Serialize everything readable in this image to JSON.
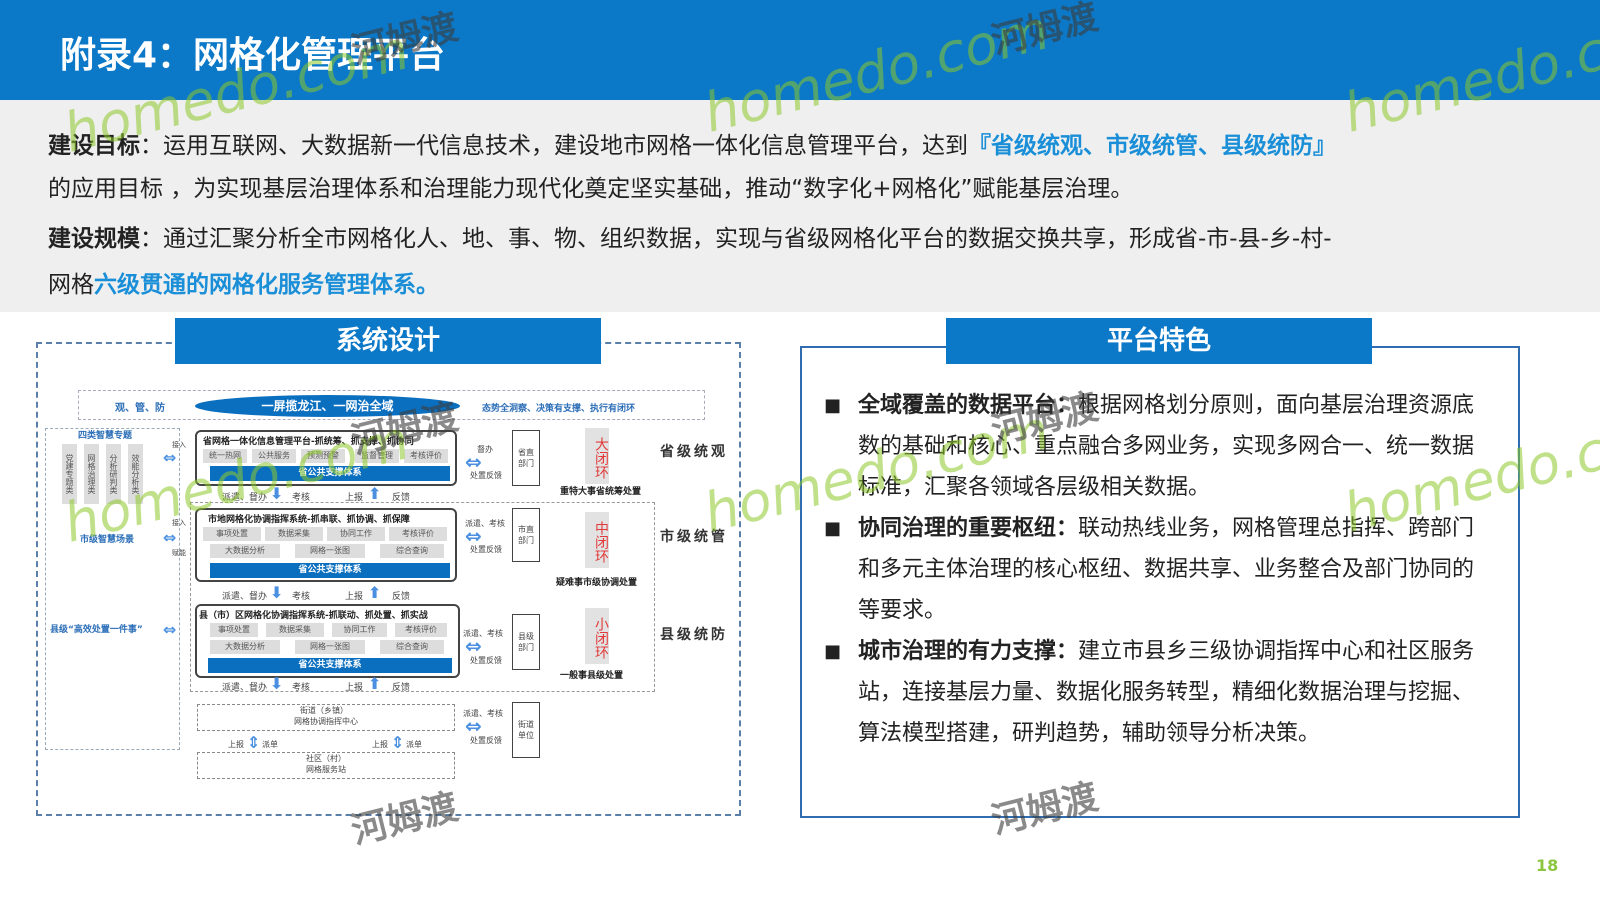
{
  "header": {
    "title": "附录4：网格化管理平台"
  },
  "intro": {
    "goal_label": "建设目标",
    "goal_text": "：运用互联网、大数据新一代信息技术，建设地市网格一体化信息管理平台，达到",
    "goal_highlight": "『省级统观、市级统管、县级统防』",
    "goal_text2": "的应用目标 ，为实现基层治理体系和治理能力现代化奠定坚实基础，推动“数字化+网格化”赋能基层治理。",
    "scale_label": "建设规模",
    "scale_text": "：通过汇聚分析全市网格化人、地、事、物、组织数据，实现与省级网格化平台的数据交换共享，形成省-市-县-乡-村-",
    "scale_text2": "网格",
    "scale_highlight": "六级贯通的网格化服务管理体系。"
  },
  "left": {
    "tab": "系统设计"
  },
  "right": {
    "tab": "平台特色",
    "bullets": [
      {
        "title": "全域覆盖的数据平台：",
        "text": "根据网格划分原则，面向基层治理资源底数的基础和核心、重点融合多网业务，实现多网合一、统一数据标准，汇聚各领域各层级相关数据。"
      },
      {
        "title": "协同治理的重要枢纽：",
        "text": "联动热线业务，网格管理总指挥、跨部门和多元主体治理的核心枢纽、数据共享、业务整合及部门协同的等要求。"
      },
      {
        "title": "城市治理的有力支撑：",
        "text": "建立市县乡三级协调指挥中心和社区服务站，连接基层力量、数据化服务转型，精细化数据治理与挖掘、算法模型搭建，研判趋势，辅助领导分析决策。"
      }
    ]
  },
  "diagram": {
    "top_left": "观、管、防",
    "top_banner": "一屏揽龙江、一网治全域",
    "top_right": "态势全洞察、决策有支撑、执行有闭环",
    "topics_title": "四类智慧专题",
    "topics": [
      "党建专题类",
      "网格治理类",
      "分析研判类",
      "效能分析类"
    ],
    "city_scene": "市级智慧场景",
    "county_scene": "县级“高效处置一件事”",
    "in": "接入",
    "empower": "赋能",
    "province_title": "省网格一体化信息管理平台-抓统筹、抓支撑、抓协同",
    "province_mods": [
      "统一热网",
      "公共服务",
      "预测预警",
      "监督管理",
      "考核评价"
    ],
    "support": "省公共支撑体系",
    "city_title": "市地网格化协调指挥系统-抓串联、抓协调、抓保障",
    "county_title": "县（市）区网格化协调指挥系统-抓联动、抓处置、抓实战",
    "mods_row1": [
      "事项处置",
      "数据采集",
      "协同工作",
      "考核评价"
    ],
    "mods_row2": [
      "大数据分析",
      "网格一张图",
      "综合查询"
    ],
    "down": "派遣、督办",
    "check": "考核",
    "up": "上报",
    "feedback": "反馈",
    "street": "街道（乡镇）",
    "street_sub": "网格协调指挥中心",
    "community": "社区（村）",
    "community_sub": "网格服务站",
    "report": "上报",
    "dispatch": "派单",
    "supervise": "督办",
    "dispatch_check": "派遣、考核",
    "handle_feedback": "处置反馈",
    "depts": [
      "省直部门",
      "市直部门",
      "县级部门",
      "街道单位"
    ],
    "loops": [
      "大闭环",
      "中闭环",
      "小闭环"
    ],
    "loop_captions": [
      "重特大事省统筹处置",
      "疑难事市级协调处置",
      "一般事县级处置"
    ],
    "levels": [
      "省级统观",
      "市级统管",
      "县级统防"
    ]
  },
  "watermark": {
    "en": "homedo.com",
    "cn": "河姆渡"
  },
  "page_number": "18"
}
